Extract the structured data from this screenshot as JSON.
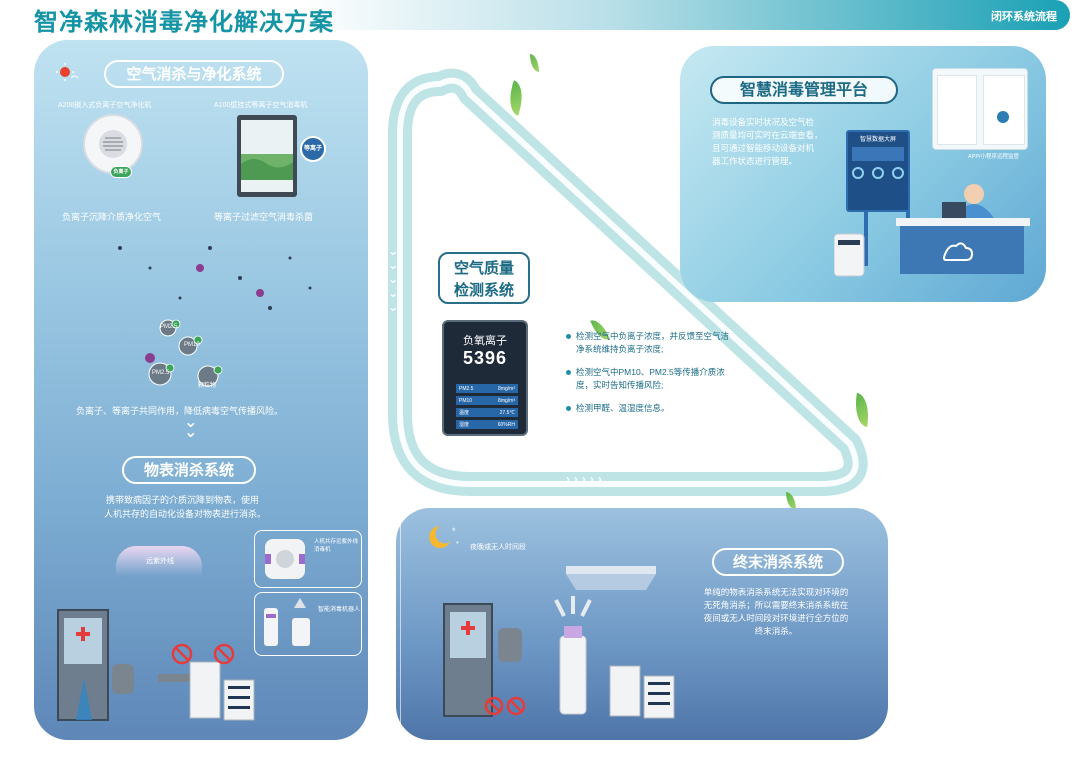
{
  "header": {
    "title": "智净森林消毒净化解决方案",
    "tag": "闭环系统流程"
  },
  "air_system": {
    "title": "空气消杀与净化系统",
    "device_left": "A200嵌入式负离子空气净化机",
    "device_right": "A100壁挂式等离子空气消毒机",
    "plasma_badge": "等离子",
    "ion_badge": "负离子",
    "caption_left": "负离子沉降介质净化空气",
    "caption_right": "等离子过滤空气消毒杀菌",
    "pm_labels": [
      "PM2.5",
      "PM10",
      "PM2.5",
      "颗粒物"
    ],
    "summary": "负离子、等离子共同作用，降低病毒空气传播风险。"
  },
  "surface_system": {
    "title": "物表消杀系统",
    "desc_line1": "携带致病因子的介质沉降到物表，使用",
    "desc_line2": "人机共存的自动化设备对物表进行消杀。",
    "uv_label": "远紫外线",
    "device1_label": "人机共存远紫外线消毒机",
    "device2_label": "智能消毒机器人"
  },
  "aq_system": {
    "title_line1": "空气质量",
    "title_line2": "检测系统",
    "meter": {
      "label": "负氧离子",
      "value": "5396",
      "rows": [
        {
          "k": "PM2.5",
          "v": "8mg/m³"
        },
        {
          "k": "PM10",
          "v": "8mg/m³"
        },
        {
          "k": "温度",
          "v": "27.5℃"
        },
        {
          "k": "湿度",
          "v": "60%RH"
        }
      ]
    },
    "bullets": [
      "检测空气中负离子浓度，并反馈至空气洁净系统维持负离子浓度;",
      "检测空气中PM10、PM2.5等传播介质浓度，实时告知传播风险;",
      "检测甲醛、温湿度信息。"
    ]
  },
  "mgmt_platform": {
    "title": "智慧消毒管理平台",
    "desc_line1": "消毒设备实时状况及空气检",
    "desc_line2": "测质量均可实时在云端查看，",
    "desc_line3": "且可通过智能移动设备对机",
    "desc_line4": "器工作状态进行管理。",
    "screen_title": "智慧数据大屏",
    "app_label": "APP/小程序远程监管"
  },
  "terminal_system": {
    "title": "终末消杀系统",
    "night_label": "夜晚或无人时间段",
    "desc_line1": "单纯的物表消杀系统无法实现对环境的",
    "desc_line2": "无死角消杀；所以需要终末消杀系统在",
    "desc_line3": "夜间或无人时间段对环境进行全方位的",
    "desc_line4": "终末消杀。"
  },
  "colors": {
    "brand": "#1594a6",
    "panel_blue": "#7eaed3",
    "loop": "#a9dbe0"
  }
}
